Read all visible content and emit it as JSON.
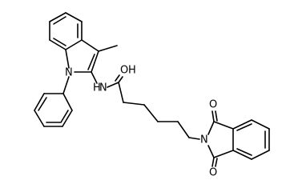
{
  "molecule": {
    "atom_labels": {
      "methyl": "CH3_hidden",
      "ring_nitrogen": "N",
      "amide_nitrogen": "N",
      "amide_hydrogen": "H",
      "carbonyl_oxygen": "O",
      "carbonyl_hydrogen": "H",
      "imide_nitrogen": "N",
      "imide_oxygen_top": "O",
      "imide_oxygen_bottom": "O"
    },
    "label_text": {
      "ring_n": "N",
      "nh": "N",
      "nh_h": "H",
      "oh_o": "O",
      "oh_h": "H",
      "imide_n": "N",
      "imide_o1": "O",
      "imide_o2": "O"
    }
  }
}
